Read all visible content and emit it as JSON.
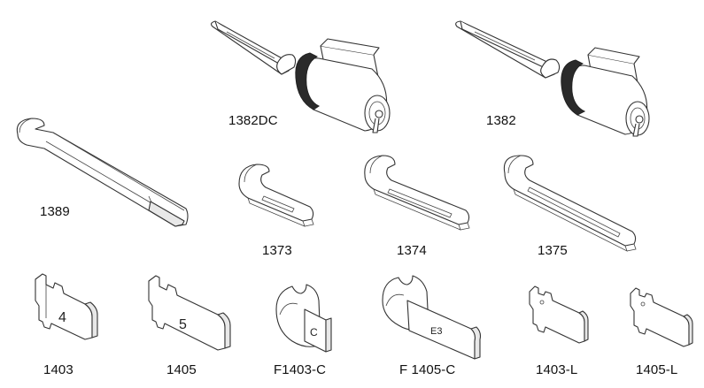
{
  "items": [
    {
      "label": "1382DC"
    },
    {
      "label": "1382"
    },
    {
      "label": "1389"
    },
    {
      "label": "1373"
    },
    {
      "label": "1374"
    },
    {
      "label": "1375"
    },
    {
      "label": "1403",
      "mark": "4"
    },
    {
      "label": "1405",
      "mark": "5"
    },
    {
      "label": "F1403-C",
      "mark": "C"
    },
    {
      "label": "F 1405-C",
      "mark": "E3"
    },
    {
      "label": "1403-L"
    },
    {
      "label": "1405-L"
    }
  ]
}
